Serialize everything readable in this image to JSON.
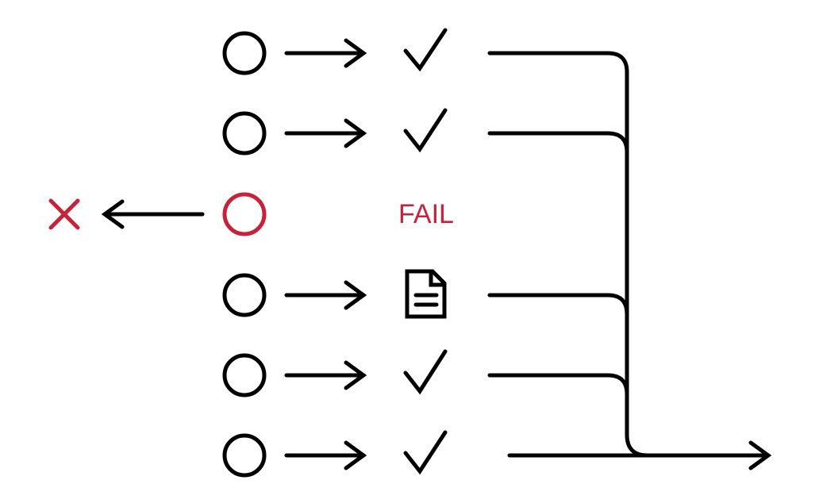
{
  "colors": {
    "ink": "#000000",
    "fail": "#c8213a",
    "background": "#ffffff"
  },
  "rows": [
    {
      "status": "pass",
      "result_icon": "checkmark-icon"
    },
    {
      "status": "pass",
      "result_icon": "checkmark-icon"
    },
    {
      "status": "fail",
      "result_icon": "fail-label",
      "result_text": "FAIL",
      "outcome_icon": "cross-icon"
    },
    {
      "status": "pass",
      "result_icon": "document-icon"
    },
    {
      "status": "pass",
      "result_icon": "checkmark-icon"
    },
    {
      "status": "pass",
      "result_icon": "checkmark-icon"
    }
  ]
}
